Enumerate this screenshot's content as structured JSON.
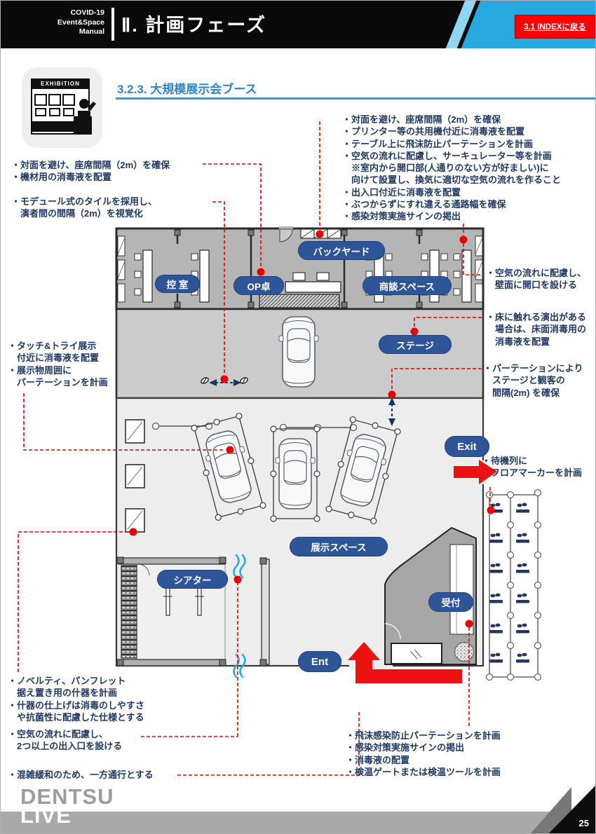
{
  "header": {
    "manual_label": "COVID-19\nEvent&Space\nManual",
    "title": "Ⅱ. 計画フェーズ",
    "back_button_label": "3.1 INDEXに戻る"
  },
  "section": {
    "icon_label": "EXHIBITION",
    "title": "3.2.3. 大規模展示会ブース"
  },
  "annotations": {
    "left_top": "・対面を避け、座席間隔（2m）を確保\n・機材用の消毒液を配置",
    "left_module": "・モデュール式のタイルを採用し、\n　演者間の間隔（2m）を視覚化",
    "right_top": "・対面を避け、座席間隔（2m）を確保\n・プリンター等の共用機付近に消毒液を配置\n・テーブル上に飛沫防止パーテーションを計画\n・空気の流れに配慮し、サーキュレーター等を計画\n　※室内から開口部(人通りのない方が好ましい)に\n　向けて設置し、換気に適切な空気の流れを作ること\n・出入口付近に消毒液を配置\n・ぶつからずにすれ違える通路幅を確保\n・感染対策実施サインの掲出",
    "right_wall": "・空気の流れに配慮し、\n　壁面に開口を設ける",
    "right_floor": "・床に触れる演出がある\n　場合は、床面消毒用の\n　消毒液を配置",
    "right_partition": "・パーテーションにより\n　ステージと観客の\n　間隔(2m) を確保",
    "right_queue": "・待機列に\n　フロアマーカーを計画",
    "left_touch": "・タッチ&トライ展示\n　付近に消毒液を配置\n・展示物周囲に\n　パーテーションを計画",
    "bottom_left_1": "・ノベルティ、パンフレット\n　据え置き用の什器を計画\n・什器の仕上げは消毒のしやすさ\n　や抗菌性に配慮した仕様とする",
    "bottom_left_2": "・空気の流れに配慮し、\n　2つ以上の出入口を設ける",
    "bottom_left_3": "・混雑緩和のため、一方通行とする",
    "bottom_right": "・飛沫感染防止パーテーションを計画\n・感染対策実施サインの掲出\n・消毒液の配置\n・検温ゲートまたは検温ツールを計画"
  },
  "plan_labels": {
    "hikae": "控 室",
    "op": "OP卓",
    "backyard": "バックヤード",
    "shodan": "商談スペース",
    "stage": "ステージ",
    "exit": "Exit",
    "tenji": "展示スペース",
    "theater": "シアター",
    "ent": "Ent",
    "uketsuke": "受付"
  },
  "footer": {
    "logo_line1": "DENTSU",
    "logo_line2": "LIVE",
    "page_number": "25"
  },
  "colors": {
    "annotation_navy": "#1f3864",
    "pill_blue": "#2e5597",
    "leader_red": "#e80000",
    "accent_blue": "#29abe2",
    "title_blue": "#2e86c6",
    "header_black": "#0a0a0a"
  }
}
